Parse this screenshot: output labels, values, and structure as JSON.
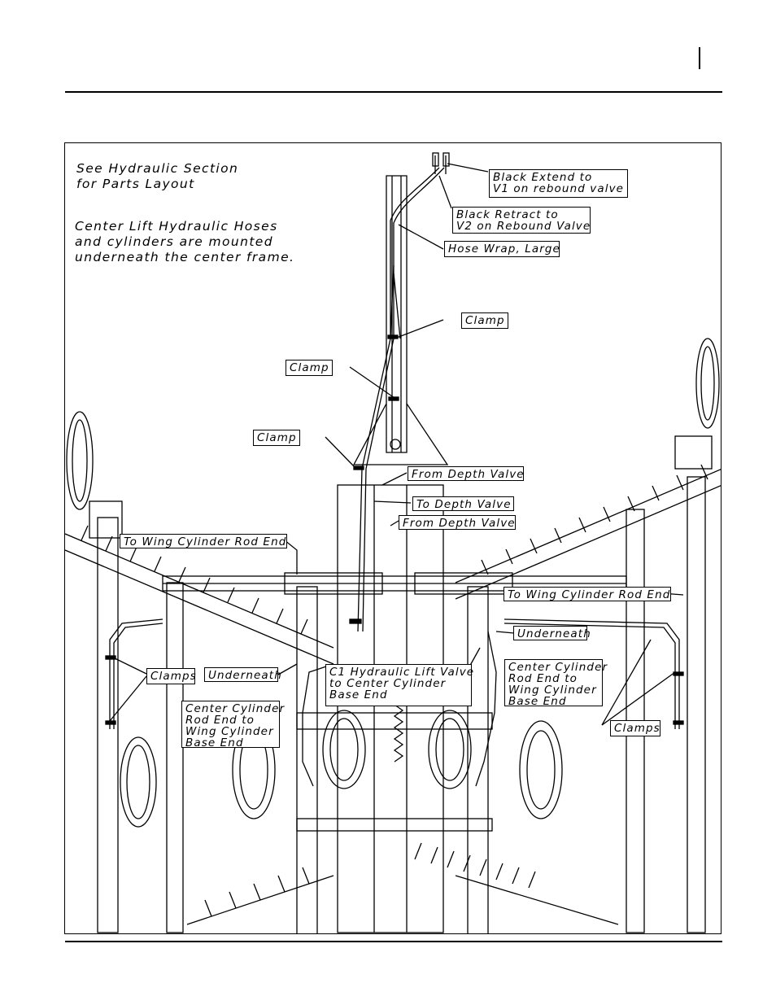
{
  "notes": {
    "parts_note_line1": "See Hydraulic Section",
    "parts_note_line2": "for Parts Layout",
    "mount_note_line1": "Center Lift Hydraulic Hoses",
    "mount_note_line2": "and cylinders are mounted",
    "mount_note_line3": "underneath the center frame."
  },
  "callouts": {
    "black_extend_1": "Black Extend to",
    "black_extend_2": "V1 on rebound valve",
    "black_retract_1": "Black Retract to",
    "black_retract_2": "V2 on Rebound Valve",
    "hose_wrap": "Hose Wrap, Large",
    "clamp_upper": "Clamp",
    "clamp_mid": "Clamp",
    "clamp_lower": "Clamp",
    "from_depth_1": "From Depth Valve",
    "to_depth": "To Depth Valve",
    "from_depth_2": "From Depth Valve",
    "to_wing_left": "To Wing Cylinder Rod End",
    "to_wing_right": "To Wing Cylinder Rod End",
    "underneath_right": "Underneath",
    "underneath_left": "Underneath",
    "clamps_left": "Clamps",
    "clamps_right": "Clamps",
    "c1_valve_1": "C1 Hydraulic Lift Valve",
    "c1_valve_2": "to Center Cylinder",
    "c1_valve_3": "Base End",
    "ccre_right_1": "Center Cylinder",
    "ccre_right_2": "Rod End to",
    "ccre_right_3": "Wing Cylinder",
    "ccre_right_4": "Base End",
    "ccre_left_1": "Center Cylinder",
    "ccre_left_2": "Rod End to",
    "ccre_left_3": "Wing Cylinder",
    "ccre_left_4": "Base End"
  }
}
